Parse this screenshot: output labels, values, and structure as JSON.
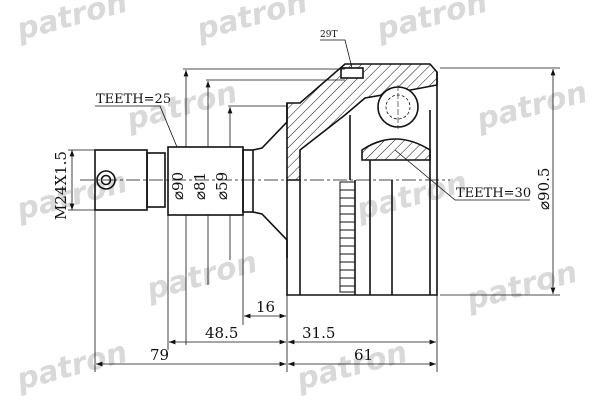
{
  "brand": {
    "watermark": "patron",
    "watermark_color": "#d9d9d9"
  },
  "labels": {
    "teeth_left": "TEETH=25",
    "teeth_right": "TEETH=30",
    "abs_teeth": "29T",
    "thread": "M24X1.5",
    "dia_90": "⌀90",
    "dia_81": "⌀81",
    "dia_59": "⌀59",
    "dia_90_5": "⌀90.5",
    "len_16": "16",
    "len_48_5": "48.5",
    "len_31_5": "31.5",
    "len_79": "79",
    "len_61": "61"
  },
  "colors": {
    "line": "#111111",
    "background": "#ffffff"
  }
}
